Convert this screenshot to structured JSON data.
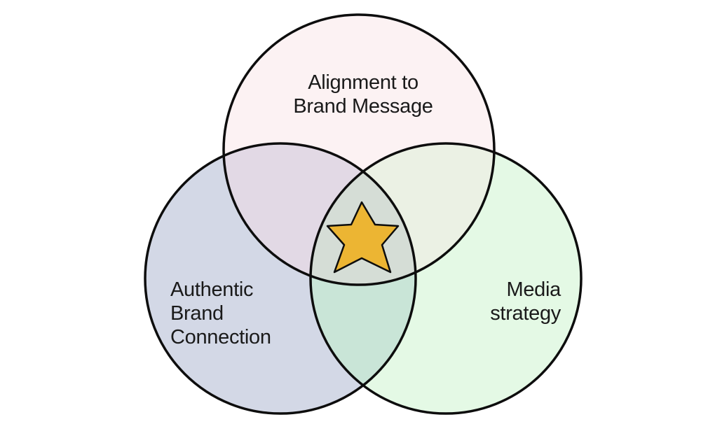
{
  "circles": [
    {
      "id": "alignment",
      "lines": [
        "Alignment to",
        "Brand Message"
      ],
      "fill": "#fcf2f3"
    },
    {
      "id": "authentic",
      "lines": [
        "Authentic",
        "Brand",
        "Connection"
      ],
      "fill": "#d3d8e6"
    },
    {
      "id": "media",
      "lines": [
        "Media",
        "strategy"
      ],
      "fill": "#e4f9e5"
    }
  ],
  "overlaps": {
    "alignment_authentic": "#e2d9e5",
    "alignment_media": "#ebf1e4",
    "authentic_media": "#c9e5d7",
    "center": "#d5ddd6"
  },
  "outline_color": "#0d0d0d",
  "center_icon": {
    "name": "star-icon",
    "fill": "#ecb533"
  }
}
